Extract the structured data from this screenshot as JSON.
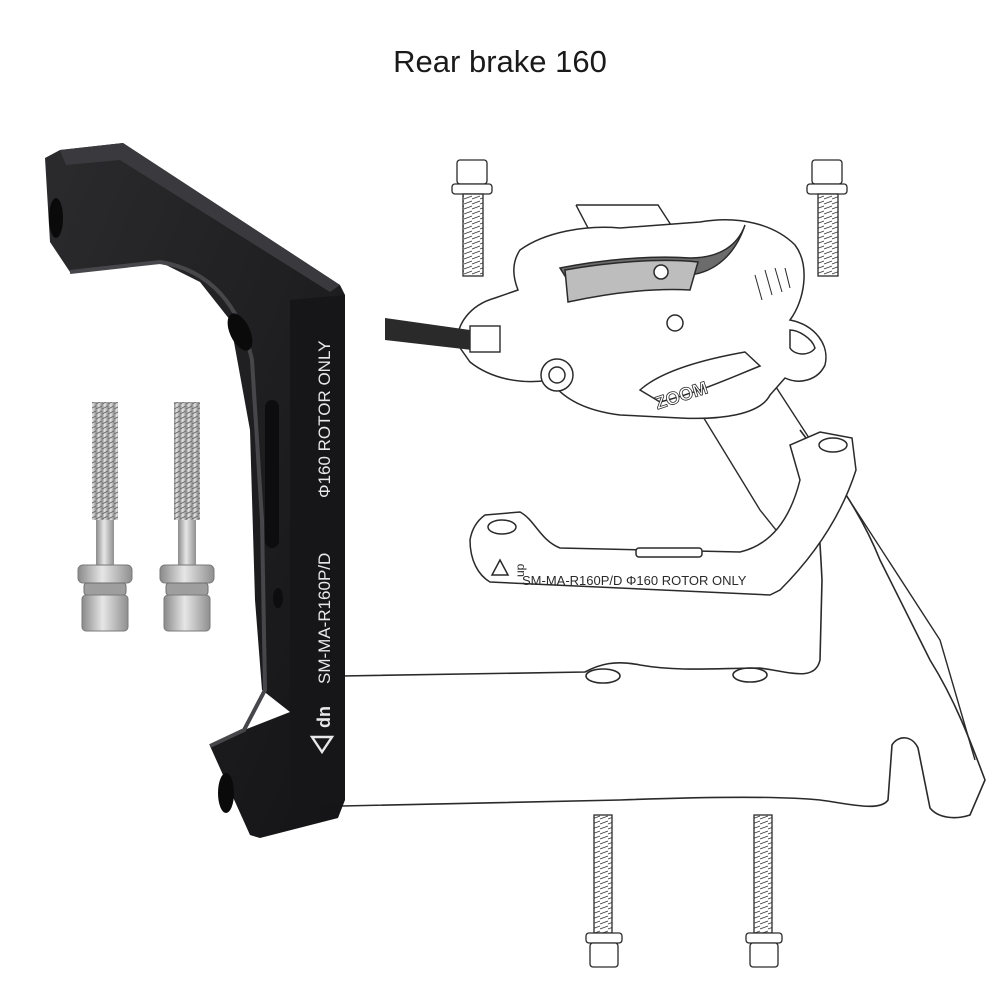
{
  "page": {
    "title": "Rear brake 160"
  },
  "adapter": {
    "engraving_model": "SM-MA-R160P/D",
    "engraving_rotor": "Φ160 ROTOR ONLY",
    "direction_label": "dn",
    "direction_icon": "triangle-down-icon",
    "color": "#1c1c1e"
  },
  "diagram_adapter": {
    "engraving": "SM-MA-R160P/D Φ160 ROTOR ONLY",
    "direction_label": "up",
    "direction_icon": "triangle-up-icon"
  },
  "caliper": {
    "brand_mark": "ZOOM"
  },
  "colors": {
    "line": "#2a2a2a",
    "steel": "#b9b9b9",
    "steel_dark": "#7a7a7a"
  }
}
